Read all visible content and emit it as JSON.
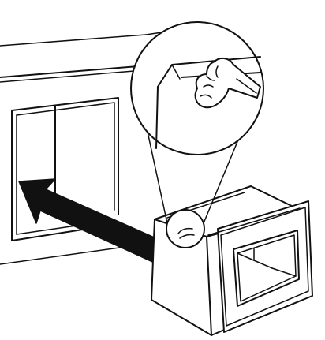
{
  "figure": {
    "kind": "installation-instruction-illustration",
    "style": "black line art on white",
    "line_color": "#111111",
    "background_color": "#ffffff",
    "elements": [
      "cabinet-niche",
      "oven-appliance",
      "insertion-arrow",
      "magnifier-callout",
      "hand-holding-oven-icon"
    ]
  }
}
